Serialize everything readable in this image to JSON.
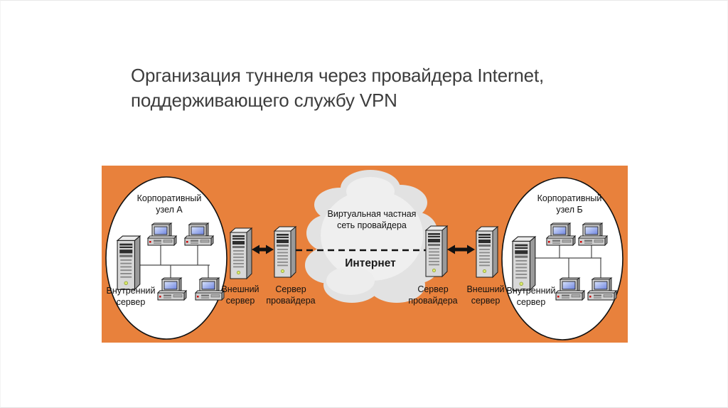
{
  "slide": {
    "title_line1": "Организация туннеля через провайдера Internet,",
    "title_line2": "поддерживающего службу VPN"
  },
  "diagram": {
    "corporate_node_a": "Корпоративный узел А",
    "corporate_node_b": "Корпоративный узел Б",
    "internal_server_a": "Внутренний сервер",
    "internal_server_b": "Внутренний сервер",
    "external_server_a": "Внешний сервер",
    "external_server_b": "Внешний сервер",
    "provider_server_a": "Сервер провайдера",
    "provider_server_b": "Сервер провайдера",
    "cloud_label": "Виртуальная частная сеть провайдера",
    "internet_label": "Интернет",
    "colors": {
      "background_orange": "#E8813C",
      "cloud_gray": "#E4E4E4",
      "ellipse_fill": "#FFFFFF",
      "line_black": "#111111"
    },
    "icons": {
      "server_tower": "3d-tower-case-shape",
      "desktop_computer": "monitor-on-case-shape",
      "internet_cloud": "puffy-cloud-shape",
      "link_arrow": "double-headed-arrow-shape",
      "vpn_tunnel": "dashed-line"
    }
  }
}
